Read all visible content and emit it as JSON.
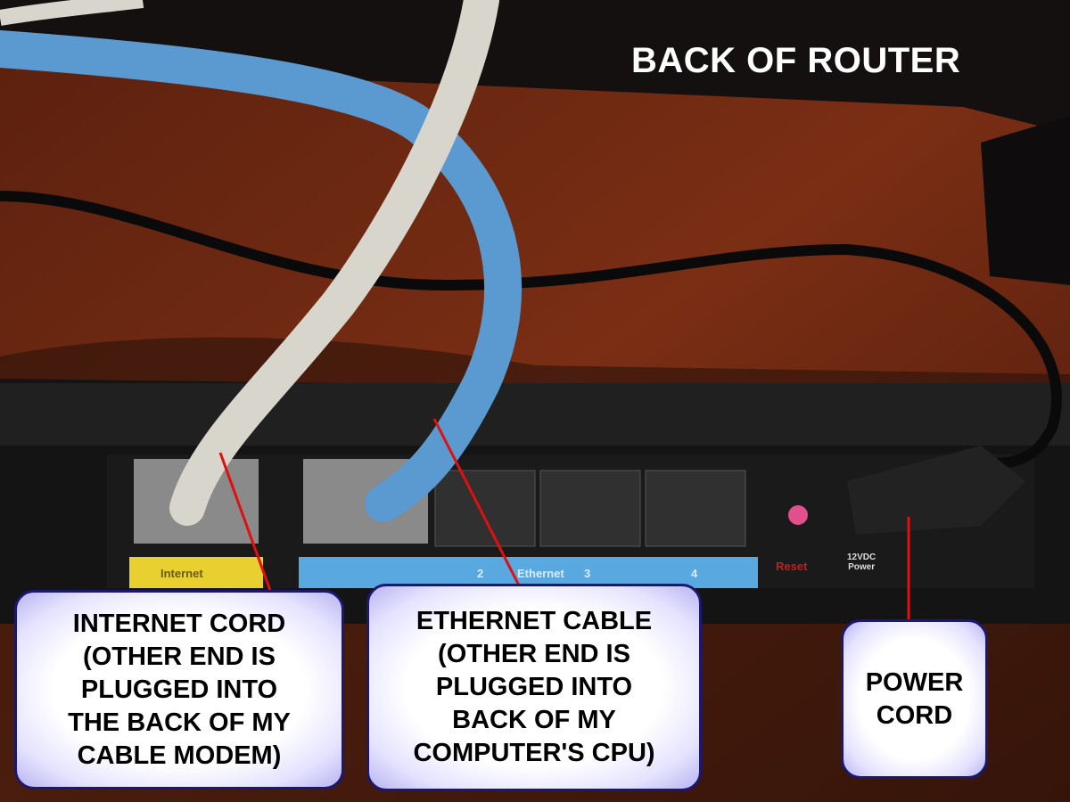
{
  "title": "BACK OF ROUTER",
  "callouts": {
    "internet": "INTERNET CORD\n(OTHER END IS\nPLUGGED INTO\nTHE BACK OF MY\nCABLE MODEM)",
    "ethernet": "ETHERNET CABLE\n(OTHER END IS\nPLUGGED INTO\nBACK OF MY\nCOMPUTER'S CPU)",
    "power": "POWER\nCORD"
  },
  "router_labels": {
    "internet": "Internet",
    "port2": "2",
    "ethernet": "Ethernet",
    "port3": "3",
    "port4": "4",
    "reset": "Reset",
    "power": "12VDC\nPower"
  },
  "colors": {
    "pointer": "#e01010",
    "callout_border": "#1c1870",
    "internet_strip": "#e8d030",
    "ethernet_strip": "#5aa8e0",
    "blue_cable": "#5a9ad0",
    "white_cable": "#d8d6cc"
  }
}
